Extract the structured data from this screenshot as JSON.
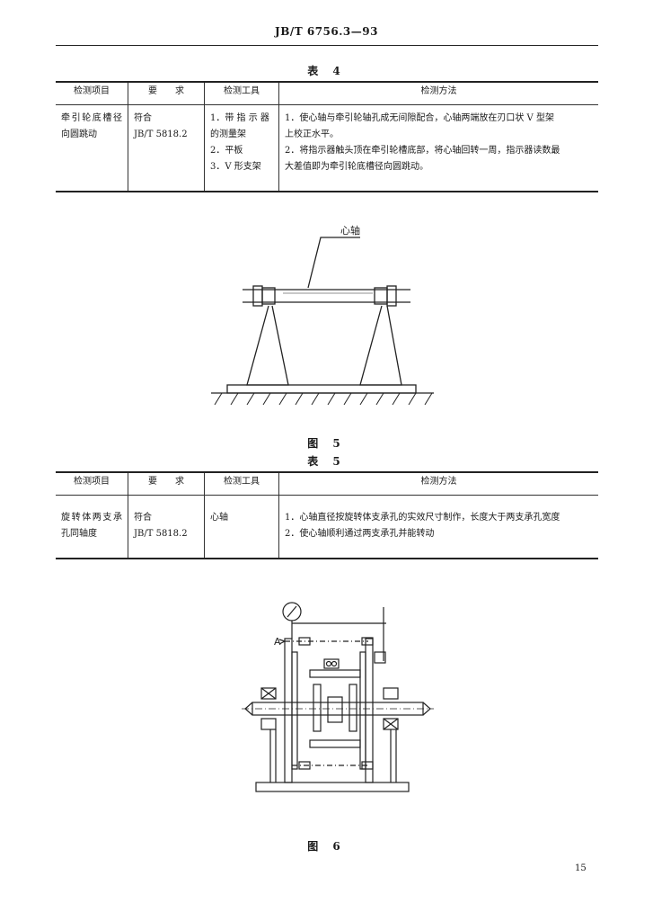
{
  "header": {
    "standard_code": "JB/T 6756.3—93"
  },
  "table4": {
    "caption": "表 4",
    "columns": [
      "检测项目",
      "要　　求",
      "检测工具",
      "检测方法"
    ],
    "row": {
      "item": "牵引轮底槽径向圆跳动",
      "requirement": [
        "符合",
        "JB/T 5818.2"
      ],
      "tools": [
        "1．带 指 示 器",
        "的测量架",
        "2．平板",
        "3．V 形支架"
      ],
      "method": [
        "1．使心轴与牵引轮轴孔成无间隙配合，心轴两端放在刃口状 V 型架",
        "上校正水平。",
        "2．将指示器触头顶在牵引轮槽底部，将心轴回转一周，指示器读数最",
        "大差值即为牵引轮底槽径向圆跳动。"
      ]
    }
  },
  "figure5": {
    "label": "心轴",
    "caption": "图 5"
  },
  "table5": {
    "caption": "表 5",
    "columns": [
      "检测项目",
      "要　　求",
      "检测工具",
      "检测方法"
    ],
    "row": {
      "item": "旋转体两支承孔同轴度",
      "requirement": [
        "符合",
        "JB/T 5818.2"
      ],
      "tools": [
        "心轴"
      ],
      "method": [
        "1．心轴直径按旋转体支承孔的实效尺寸制作，长度大于两支承孔宽度",
        "2．使心轴顺利通过两支承孔并能转动"
      ]
    }
  },
  "figure6": {
    "label": "A",
    "caption": "图 6"
  },
  "footer": {
    "page_number": "15"
  }
}
